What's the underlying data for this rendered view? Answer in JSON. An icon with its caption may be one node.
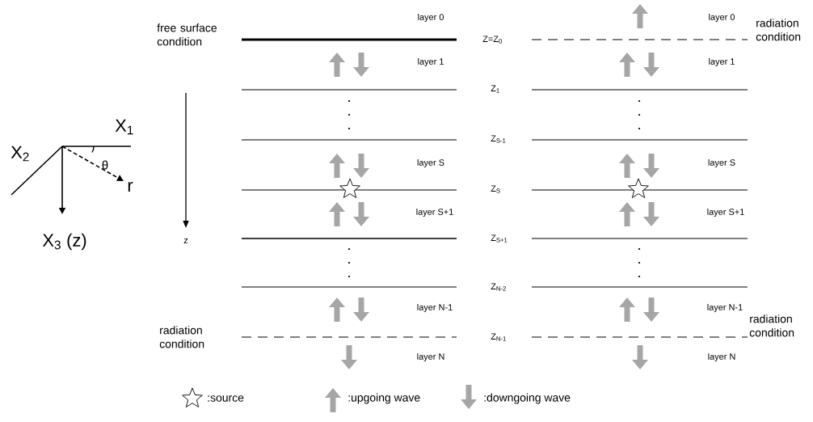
{
  "diagram": {
    "labels": [
      "free surface condition",
      "radiation condition",
      "X$_{1}$",
      "X$_{2}$",
      "θ",
      "r",
      "X$_{3}$ (z)",
      "z",
      "layer 0",
      "layer 1",
      "layer S",
      "layer S+1",
      "layer N-1",
      "layer N",
      "Z=Z$_{0}$",
      "Z$_{1}$",
      "Z$_{S-1}$",
      "Z$_{S}$",
      "Z$_{S+1}$",
      "Z$_{N-2}$",
      "Z$_{N-1}$",
      "layer 0",
      "layer 1",
      "layer S",
      "layer S+1",
      "layer N-1",
      "layer N",
      "radiation condition",
      "radiation condition"
    ],
    "legend": [
      {
        "text": ":source"
      },
      {
        "text": ":upgoing wave"
      },
      {
        "text": ":downgoing wave"
      }
    ]
  }
}
